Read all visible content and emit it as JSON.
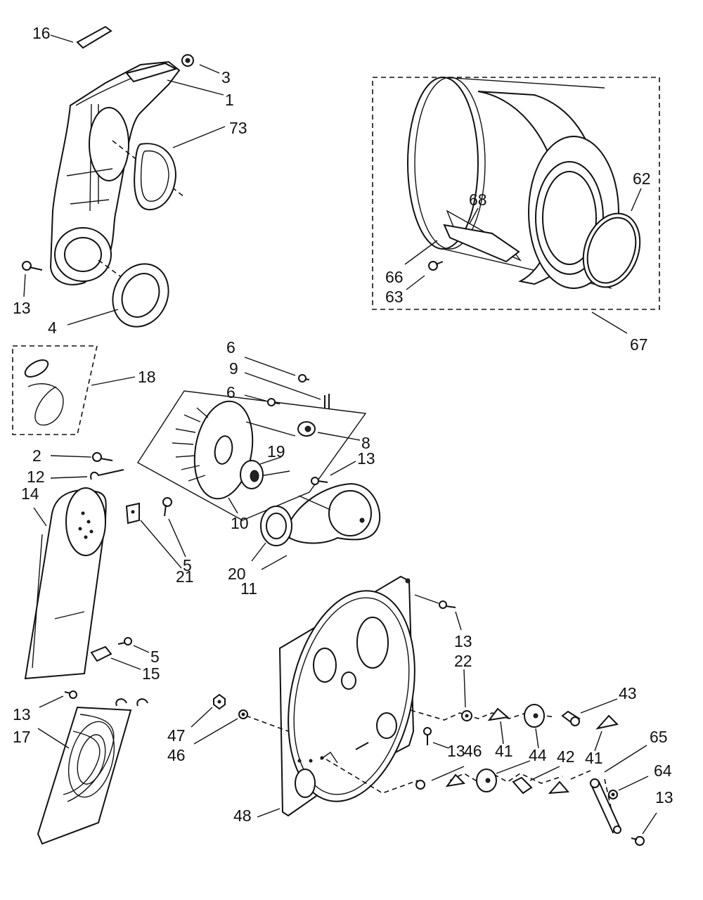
{
  "labels": {
    "p16": "16",
    "p3": "3",
    "p1": "1",
    "p73": "73",
    "p13a": "13",
    "p4": "4",
    "p18": "18",
    "p6a": "6",
    "p9": "9",
    "p6b": "6",
    "p8": "8",
    "p19": "19",
    "p13b": "13",
    "p2": "2",
    "p12": "12",
    "p14": "14",
    "p5a": "5",
    "p21": "21",
    "p10": "10",
    "p20": "20",
    "p11": "11",
    "p62": "62",
    "p68": "68",
    "p66": "66",
    "p63": "63",
    "p67": "67",
    "p13c": "13",
    "p22": "22",
    "p43": "43",
    "p5b": "5",
    "p15": "15",
    "p13d": "13",
    "p17": "17",
    "p47": "47",
    "p46a": "46",
    "p13e": "13",
    "p46b": "46",
    "p41a": "41",
    "p44": "44",
    "p42": "42",
    "p41b": "41",
    "p65": "65",
    "p64": "64",
    "p48": "48",
    "p13f": "13"
  }
}
